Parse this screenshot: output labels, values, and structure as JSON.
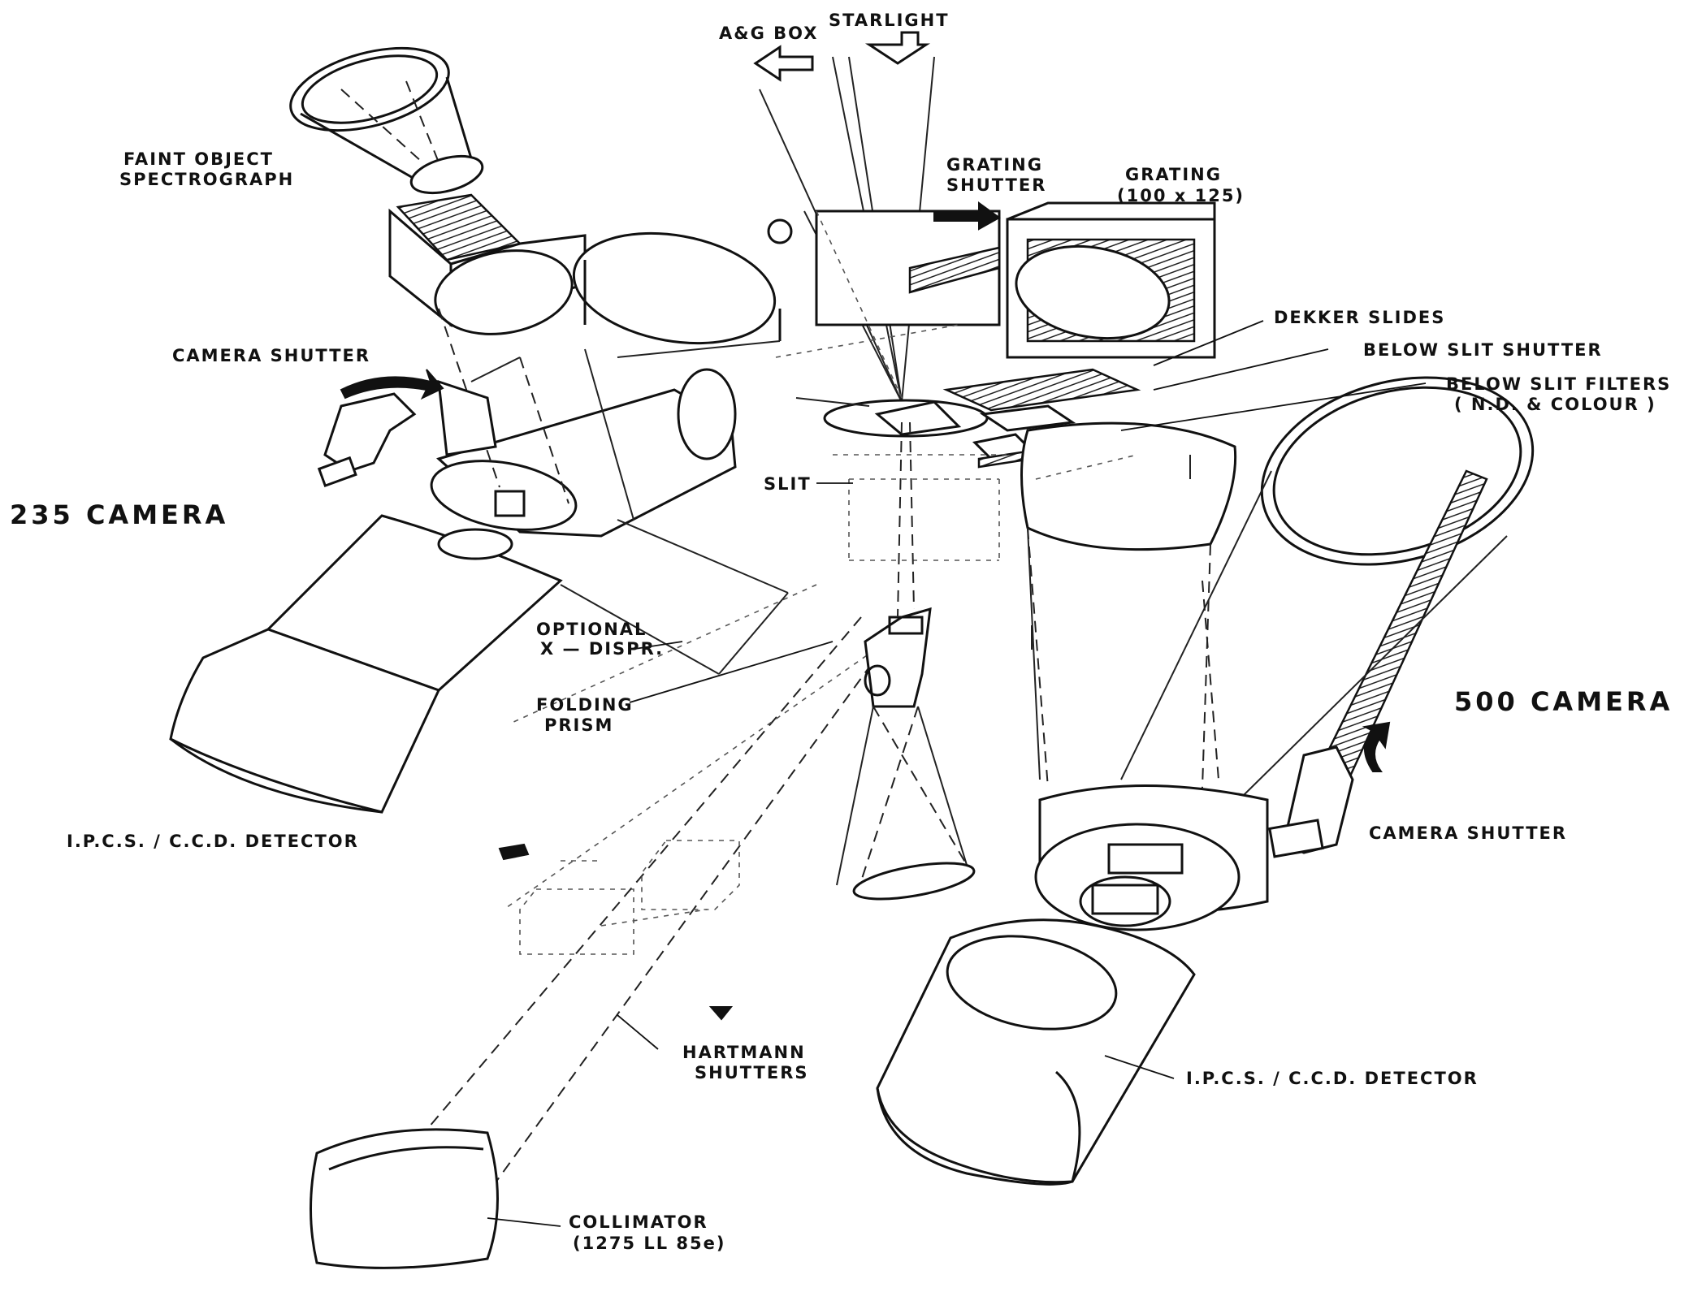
{
  "labels": {
    "ag_box": "A&G BOX",
    "starlight": "STARLIGHT",
    "faint_object_1": "FAINT OBJECT",
    "faint_object_2": "SPECTROGRAPH",
    "grating_shutter_1": "GRATING",
    "grating_shutter_2": "SHUTTER",
    "grating_1": "GRATING",
    "grating_2": "(100 x 125)",
    "dekker_slides": "DEKKER SLIDES",
    "below_slit_shutter": "BELOW SLIT SHUTTER",
    "below_slit_filters_1": "BELOW SLIT FILTERS",
    "below_slit_filters_2": "( N.D. & COLOUR )",
    "camera_shutter_left": "CAMERA SHUTTER",
    "camera_235": "235 CAMERA",
    "slit": "SLIT",
    "optional_1": "OPTIONAL",
    "optional_2": "X — DISPR.",
    "folding_1": "FOLDING",
    "folding_2": "PRISM",
    "camera_500": "500 CAMERA",
    "ipcs_left": "I.P.C.S. / C.C.D. DETECTOR",
    "camera_shutter_right": "CAMERA SHUTTER",
    "hartmann_1": "HARTMANN",
    "hartmann_2": "SHUTTERS",
    "ipcs_right": "I.P.C.S. / C.C.D. DETECTOR",
    "collimator_1": "COLLIMATOR",
    "collimator_2": "(1275 LL 85e)"
  }
}
